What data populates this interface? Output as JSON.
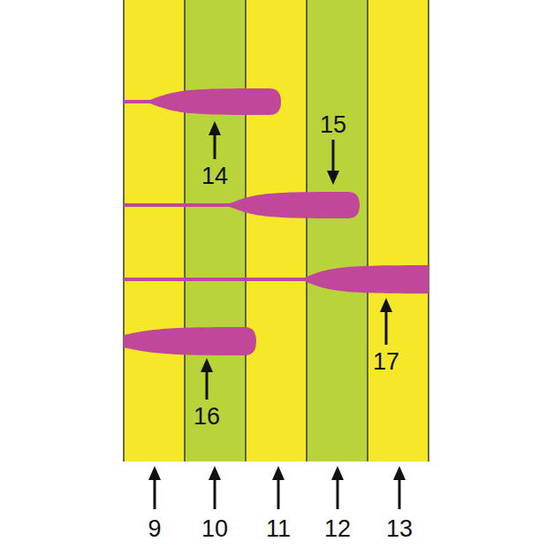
{
  "diagram": {
    "labels": [
      "15",
      "14",
      "17",
      "16",
      "9",
      "10",
      "11",
      "12",
      "13"
    ]
  }
}
